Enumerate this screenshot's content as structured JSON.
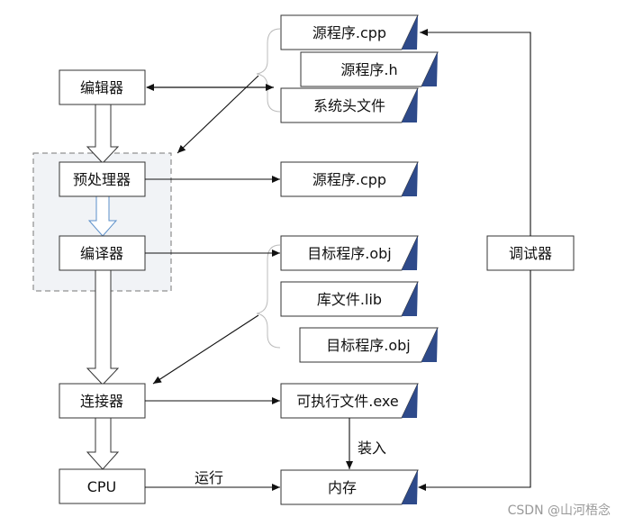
{
  "process": {
    "editor": "编辑器",
    "preprocessor": "预处理器",
    "compiler": "编译器",
    "linker": "连接器",
    "cpu": "CPU",
    "debugger": "调试器"
  },
  "files": {
    "source_cpp_top": "源程序.cpp",
    "source_h": "源程序.h",
    "system_header": "系统头文件",
    "source_cpp_mid": "源程序.cpp",
    "object_obj_1": "目标程序.obj",
    "lib_file": "库文件.lib",
    "object_obj_2": "目标程序.obj",
    "executable": "可执行文件.exe",
    "memory": "内存"
  },
  "labels": {
    "load": "装入",
    "run": "运行"
  },
  "watermark": "CSDN @山河梧念",
  "colors": {
    "stroke": "#333333",
    "triangle": "#2e4a8a",
    "hollow_arrow_blue": "#5b8fc9",
    "dashed_group": "#777777"
  }
}
